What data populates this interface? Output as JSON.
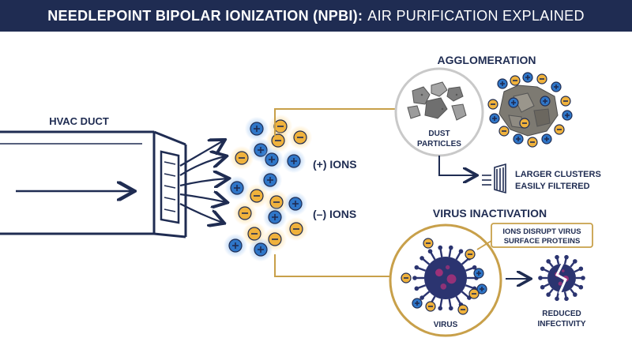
{
  "banner": {
    "title_bold": "NEEDLEPOINT BIPOLAR IONIZATION (NPBI):",
    "title_light": "AIR PURIFICATION EXPLAINED"
  },
  "duct": {
    "label": "HVAC DUCT"
  },
  "ions": {
    "positive_label": "(+) IONS",
    "negative_label": "(–) IONS"
  },
  "agglomeration": {
    "title": "AGGLOMERATION",
    "circle_label_line1": "DUST",
    "circle_label_line2": "PARTICLES",
    "result_line1": "LARGER CLUSTERS",
    "result_line2": "EASILY FILTERED"
  },
  "virus": {
    "title": "VIRUS INACTIVATION",
    "callout_line1": "IONS DISRUPT VIRUS",
    "callout_line2": "SURFACE PROTEINS",
    "circle_label": "VIRUS",
    "result_line1": "REDUCED",
    "result_line2": "INFECTIVITY"
  },
  "icons": {
    "positive_ion": "plus-ion-icon",
    "negative_ion": "minus-ion-icon",
    "filter": "filter-icon",
    "virus": "virus-icon",
    "damaged_virus": "damaged-virus-icon"
  },
  "colors": {
    "navy": "#1f2c52",
    "positive_ion": "#2f76c8",
    "negative_ion": "#f0b23c",
    "connector": "#c8a04a",
    "dust": "#8a8a8a",
    "virus": "#2b3470",
    "virus_spot": "#b0317a"
  }
}
